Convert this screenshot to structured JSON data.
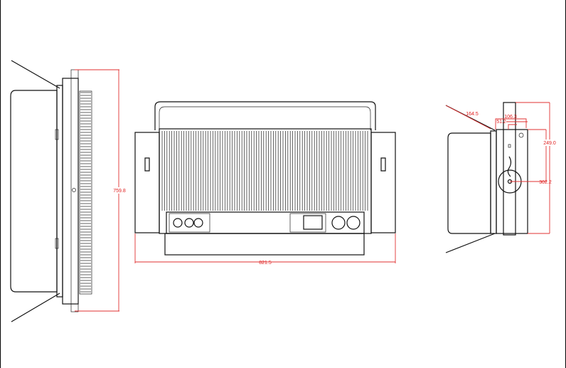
{
  "title": "Fixture dimension drawing - side, front and profile views",
  "colors": {
    "dimension": "#e03030",
    "outline": "#111111"
  },
  "dimensions": {
    "side_height": "759.8",
    "front_width": "821.5",
    "barn_door": "164.5",
    "depth_top": "106.3",
    "depth_bracket": "51.2",
    "height_to_pivot": "249.0",
    "pivot_offset": "302.2"
  }
}
